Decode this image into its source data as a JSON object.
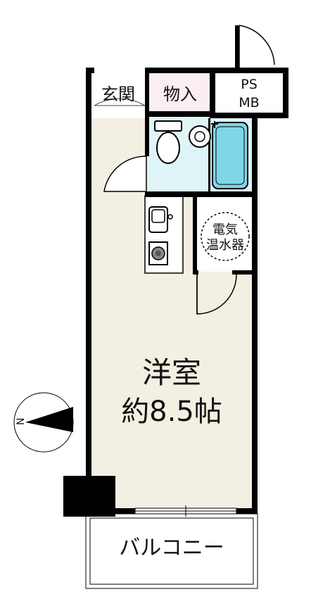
{
  "rooms": {
    "entrance": "玄関",
    "storage": "物入",
    "ps_mb": {
      "line1": "PS",
      "line2": "MB"
    },
    "water_heater": {
      "line1": "電気",
      "line2": "温水器"
    },
    "main_room": {
      "line1": "洋室",
      "line2": "約8.5帖"
    },
    "balcony": "バルコニー"
  },
  "compass": {
    "north_label": "N"
  },
  "colors": {
    "floor": "#f3efe2",
    "bath": "#dff4f7",
    "bathtub": "#7fd6e6",
    "storage": "#fbeef0",
    "wall": "#000000"
  }
}
